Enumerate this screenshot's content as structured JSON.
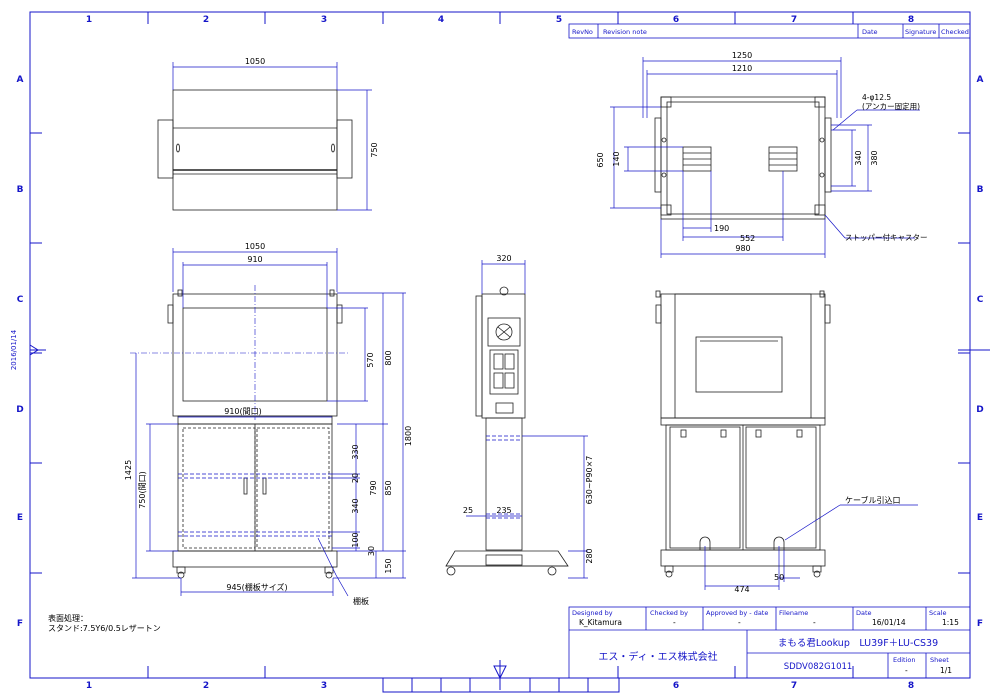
{
  "zones_top": [
    "1",
    "2",
    "3",
    "4",
    "5",
    "6",
    "7",
    "8"
  ],
  "zones_bottom": [
    "1",
    "2",
    "3",
    "6",
    "7",
    "8"
  ],
  "zones_rows": [
    "A",
    "B",
    "C",
    "D",
    "E",
    "F"
  ],
  "revision_header": {
    "rev_no": "RevNo",
    "note": "Revision note",
    "date": "Date",
    "signature": "Signature",
    "checked": "Checked"
  },
  "side_date": "2016/01/14",
  "top_view": {
    "width": "1050",
    "depth": "750"
  },
  "front_view": {
    "w_overall": "1050",
    "w_screen": "910",
    "w_opening": "910(間口)",
    "h_screen": "570",
    "h_800": "800",
    "h_1800": "1800",
    "h_1425": "1425",
    "h_opening": "750(間口)",
    "h_330": "330",
    "h_20": "20",
    "h_790": "790",
    "h_850": "850",
    "h_340": "340",
    "h_100": "100",
    "h_30": "30",
    "h_150": "150",
    "shelf_size": "945(棚板サイズ)",
    "shelf_label": "棚板"
  },
  "side_view": {
    "depth": "320",
    "w_25": "25",
    "w_235": "235",
    "vesa": "630~P90×7",
    "h_280": "280"
  },
  "plan_view": {
    "w_1250": "1250",
    "w_1210": "1210",
    "w_980": "980",
    "w_552": "552",
    "w_190": "190",
    "h_650": "650",
    "h_140": "140",
    "h_340": "340",
    "h_380": "380",
    "hole": "4-φ12.5",
    "hole_note": "(アンカー固定用)",
    "caster": "ストッパー付キャスター"
  },
  "back_view": {
    "cable": "ケーブル引込口",
    "w_474": "474",
    "w_50": "50"
  },
  "surface": {
    "title": "表面処理：",
    "stand": "スタンド:7.5Y6/0.5レザートン"
  },
  "title_block": {
    "designed_by_label": "Designed by",
    "designed_by": "K_Kitamura",
    "checked_by_label": "Checked by",
    "checked_by": "-",
    "approved_label": "Approved by - date",
    "approved": "-",
    "filename_label": "Filename",
    "filename": "-",
    "date_label": "Date",
    "date": "16/01/14",
    "scale_label": "Scale",
    "scale": "1:15",
    "company": "エス・ディ・エス株式会社",
    "title": "まもる君Lookup　LU39F＋LU-CS39",
    "drawing_no": "SDDV082G1011",
    "edition_label": "Edition",
    "edition": "-",
    "sheet_label": "Sheet",
    "sheet": "1/1"
  }
}
